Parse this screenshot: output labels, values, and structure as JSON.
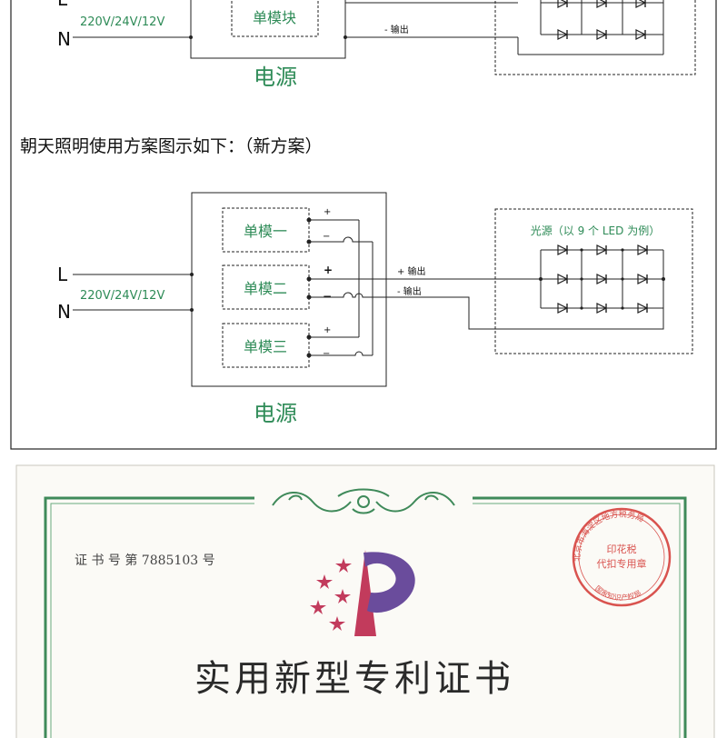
{
  "top_diagram": {
    "L_label": "L",
    "N_label": "N",
    "voltage": "220V/24V/12V",
    "module": "单模块",
    "neg_output": "- 输出",
    "power_label": "电源"
  },
  "heading": "朝天照明使用方案图示如下：（新方案）",
  "new_diagram": {
    "L_label": "L",
    "N_label": "N",
    "voltage": "220V/24V/12V",
    "modules": [
      {
        "name": "单模一",
        "plus": "+",
        "minus": "−"
      },
      {
        "name": "单模二",
        "plus": "+",
        "minus": "−"
      },
      {
        "name": "单模三",
        "plus": "+",
        "minus": "−"
      }
    ],
    "pos_output": "+ 输出",
    "neg_output": "- 输出",
    "light_source": "光源（以 9 个 LED 为例）",
    "power_label": "电源"
  },
  "certificate": {
    "number": "证 书 号 第 7885103 号",
    "title": "实用新型专利证书",
    "seal_text": "北京市海淀区地方税务局",
    "seal_inner_1": "印花税",
    "seal_inner_2": "代扣专用章",
    "seal_bottom": "国家知识产权局"
  },
  "colors": {
    "line": "#222222",
    "accent_green": "#2e8b57",
    "frame_green": "#3f8a5a",
    "seal_red": "#d9534f",
    "logo_purple": "#6a4c9c",
    "logo_pink": "#c23b5c"
  }
}
